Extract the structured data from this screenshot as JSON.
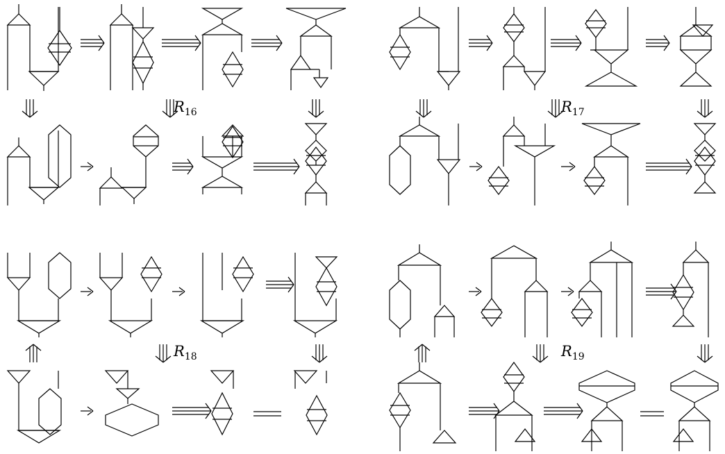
{
  "diagram": {
    "type": "string-diagram rewriting panels",
    "stroke_color": "#000000",
    "background": "#ffffff",
    "rules": [
      {
        "name": "R",
        "sub": "16"
      },
      {
        "name": "R",
        "sub": "17"
      },
      {
        "name": "R",
        "sub": "18"
      },
      {
        "name": "R",
        "sub": "19"
      }
    ],
    "arrow_kinds": [
      "triple-right",
      "double-right",
      "single-right",
      "triple-down",
      "triple-up",
      "equals"
    ]
  }
}
